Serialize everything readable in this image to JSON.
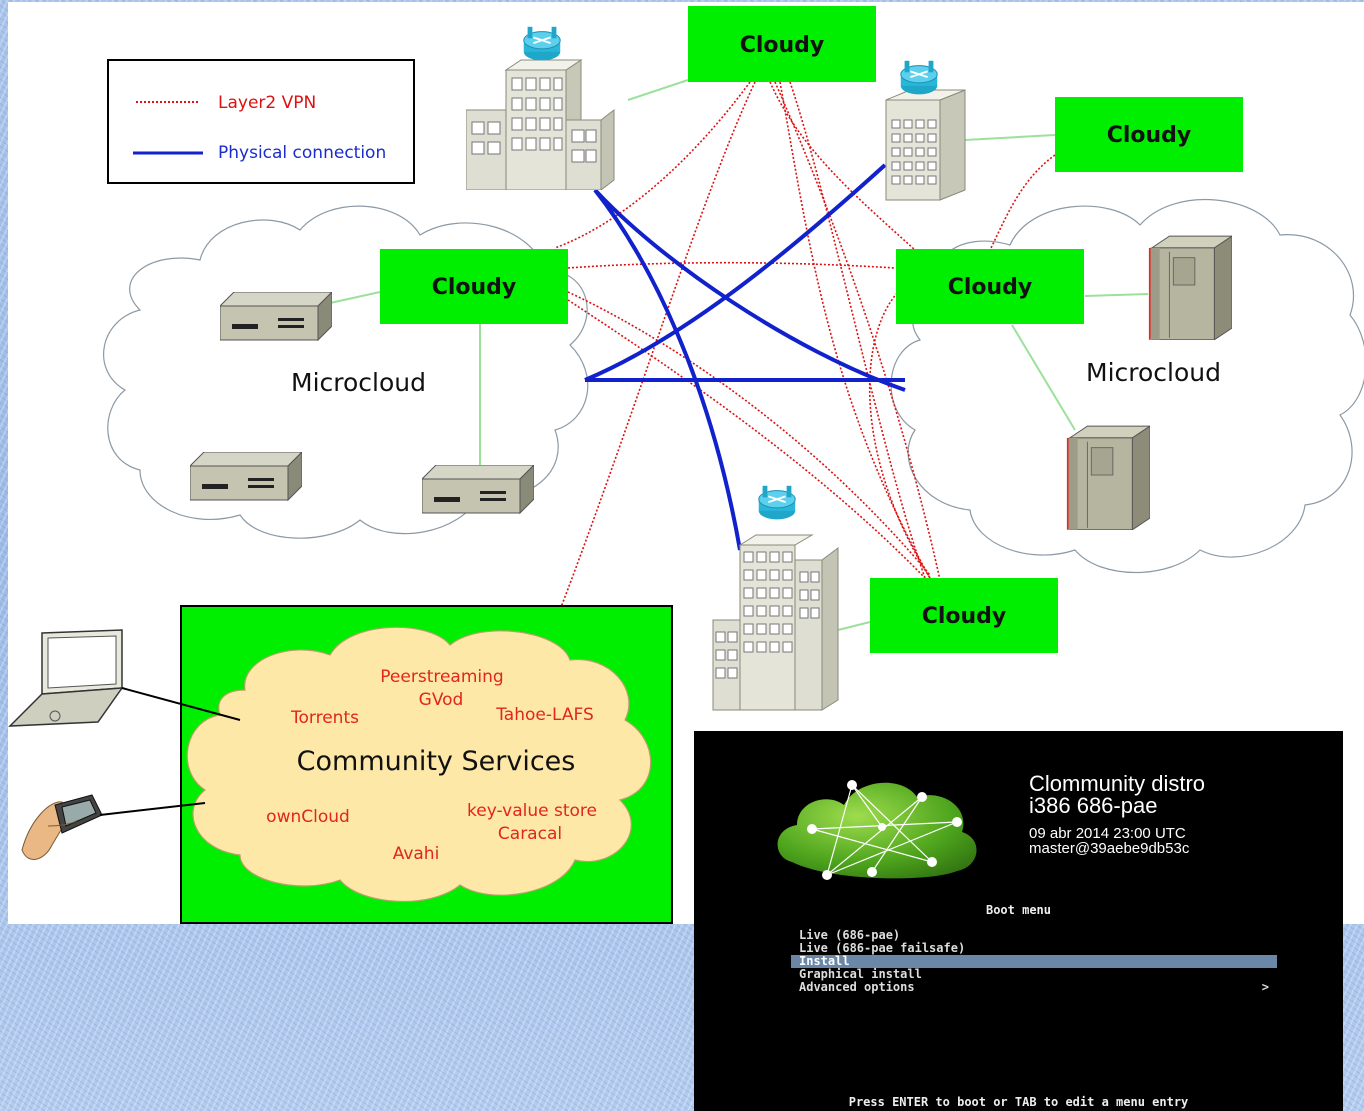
{
  "legend": {
    "vpn": "Layer2 VPN",
    "physical": "Physical connection"
  },
  "nodes": {
    "cloudy_top": "Cloudy",
    "cloudy_right": "Cloudy",
    "cloudy_left_mc": "Cloudy",
    "cloudy_right_mc": "Cloudy",
    "cloudy_bottom": "Cloudy"
  },
  "microclouds": {
    "left": "Microcloud",
    "right": "Microcloud"
  },
  "community": {
    "title": "Community Services",
    "services": [
      "Peerstreaming",
      "GVod",
      "Tahoe-LAFS",
      "Torrents",
      "ownCloud",
      "key-value store",
      "Caracal",
      "Avahi"
    ]
  },
  "colors": {
    "cloudy_green": "#00ee00",
    "vpn_red": "#dd1111",
    "physical_blue": "#1122cc",
    "cloud_fill": "#fde8a8"
  },
  "boot": {
    "distro_title_1": "Clommunity distro",
    "distro_title_2": "i386 686-pae",
    "build_date": "09 abr 2014 23:00 UTC",
    "build_id": "master@39aebe9db53c",
    "menu_title": "Boot menu",
    "menu": [
      {
        "label": "Live (686-pae)"
      },
      {
        "label": "Live (686-pae failsafe)"
      },
      {
        "label": "Install"
      },
      {
        "label": "Graphical install"
      },
      {
        "label": "Advanced options",
        "arrow": ">"
      }
    ],
    "selected_index": 2,
    "footer": "Press ENTER to boot or TAB to edit a menu entry"
  }
}
